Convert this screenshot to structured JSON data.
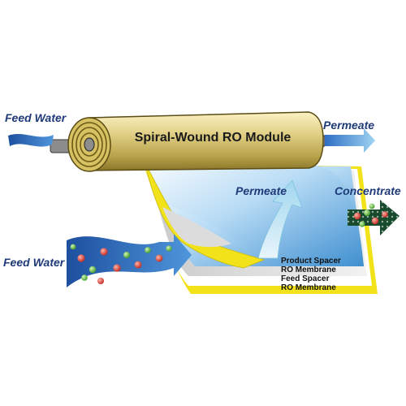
{
  "labels": {
    "module_title": "Spiral-Wound RO Module",
    "feed_water_top": "Feed Water",
    "feed_water_bottom": "Feed Water",
    "permeate_top": "Permeate",
    "permeate_middle": "Permeate",
    "concentrate": "Concentrate"
  },
  "layers": [
    "Product Spacer",
    "RO Membrane",
    "Feed Spacer",
    "RO Membrane"
  ],
  "colors": {
    "label_text": "#1f3a78",
    "module_body": "#d8c577",
    "membrane_yellow": "#f2e21a",
    "permeate_blue": "#6fb4e6",
    "feed_arrow_blue": "#2f6fc4",
    "particle_red": "#d8332b",
    "particle_green": "#58b83a"
  }
}
